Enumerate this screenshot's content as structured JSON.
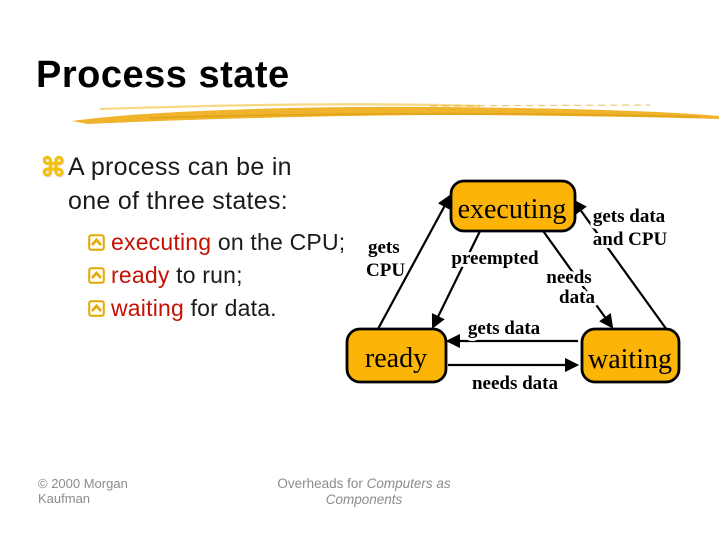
{
  "title": "Process state",
  "bullet": {
    "line1": "A process can be in",
    "line2": "one of three states:",
    "items": [
      {
        "keyword": "executing",
        "rest": " on the CPU;"
      },
      {
        "keyword": "ready",
        "rest": " to run;"
      },
      {
        "keyword": "waiting",
        "rest": " for data."
      }
    ]
  },
  "diagram": {
    "type": "state-diagram",
    "states": {
      "executing": "executing",
      "ready": "ready",
      "waiting": "waiting"
    },
    "transitions": {
      "gets_cpu": {
        "from": "ready",
        "to": "executing",
        "lines": [
          "gets",
          "CPU"
        ]
      },
      "preempted": {
        "from": "executing",
        "to": "ready",
        "lines": [
          "preempted"
        ]
      },
      "needs_data_diag": {
        "from": "executing",
        "to": "waiting",
        "lines": [
          "needs",
          "data"
        ]
      },
      "gets_data_and_cpu": {
        "from": "waiting",
        "to": "executing",
        "lines": [
          "gets data",
          "and CPU"
        ]
      },
      "gets_data": {
        "from": "waiting",
        "to": "ready",
        "lines": [
          "gets data"
        ]
      },
      "needs_data": {
        "from": "ready",
        "to": "waiting",
        "lines": [
          "needs data"
        ]
      }
    }
  },
  "footer": {
    "copyright": {
      "line1": "© 2000 Morgan",
      "line2": "Kaufman"
    },
    "center": {
      "prefix": "Overheads for ",
      "book_line1": "Computers as",
      "book_line2": "Components"
    }
  },
  "icons": {
    "level1_bullet": "command-symbol",
    "level1_bullet_glyph": "⌘",
    "level2_bullet": "square-chevron"
  },
  "colors": {
    "state_box_fill": "#FCB406",
    "state_box_border": "#000000",
    "bullet_gold": "#EFC108",
    "keyword_red": "#C41104",
    "brush_gold": "#EFB32C",
    "footer_gray": "#8C8C8C",
    "text_black": "#1A1A1A"
  }
}
